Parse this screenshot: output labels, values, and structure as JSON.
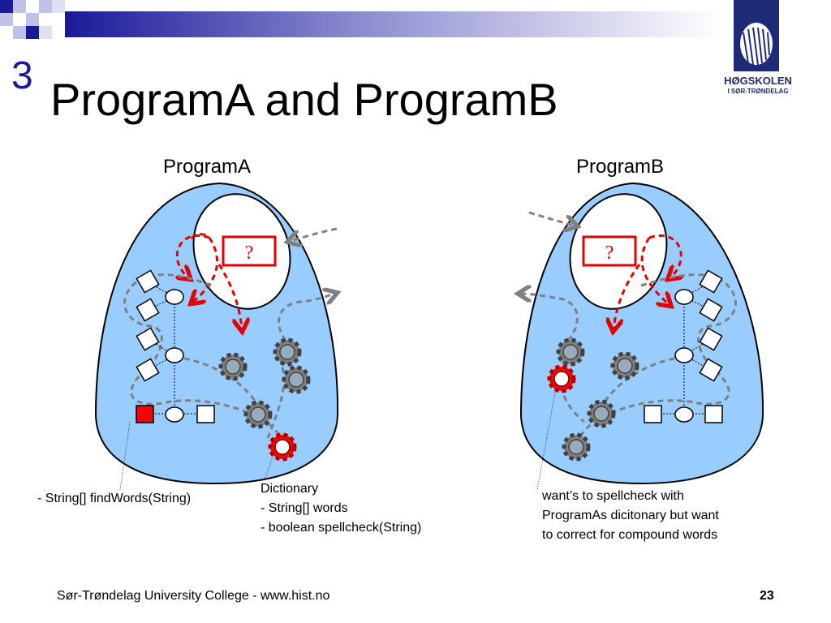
{
  "slide": {
    "number": "3",
    "title": "ProgramA and ProgramB"
  },
  "logo": {
    "line1": "HØGSKOLEN",
    "line2": "I SØR-TRØNDELAG",
    "icon": "hist-logo-icon"
  },
  "diagram": {
    "program_a": {
      "label": "ProgramA",
      "query_symbol": "?"
    },
    "program_b": {
      "label": "ProgramB",
      "query_symbol": "?"
    },
    "colors": {
      "blob_fill": "#99ccff",
      "component_gray": "#808080",
      "highlight_red": "#ff0000",
      "arrow_red": "#e60000",
      "arrow_gray": "#808080"
    }
  },
  "notes": {
    "find_words": "- String[] findWords(String)",
    "dictionary": {
      "heading": "Dictionary",
      "line1": "- String[] words",
      "line2": "- boolean spellcheck(String)"
    },
    "program_b_note": {
      "line1": "want’s to spellcheck with",
      "line2": "ProgramAs dicitonary but want",
      "line3": "to correct for compound words"
    }
  },
  "footer": {
    "text": "Sør-Trøndelag University College - www.hist.no",
    "page": "23"
  }
}
